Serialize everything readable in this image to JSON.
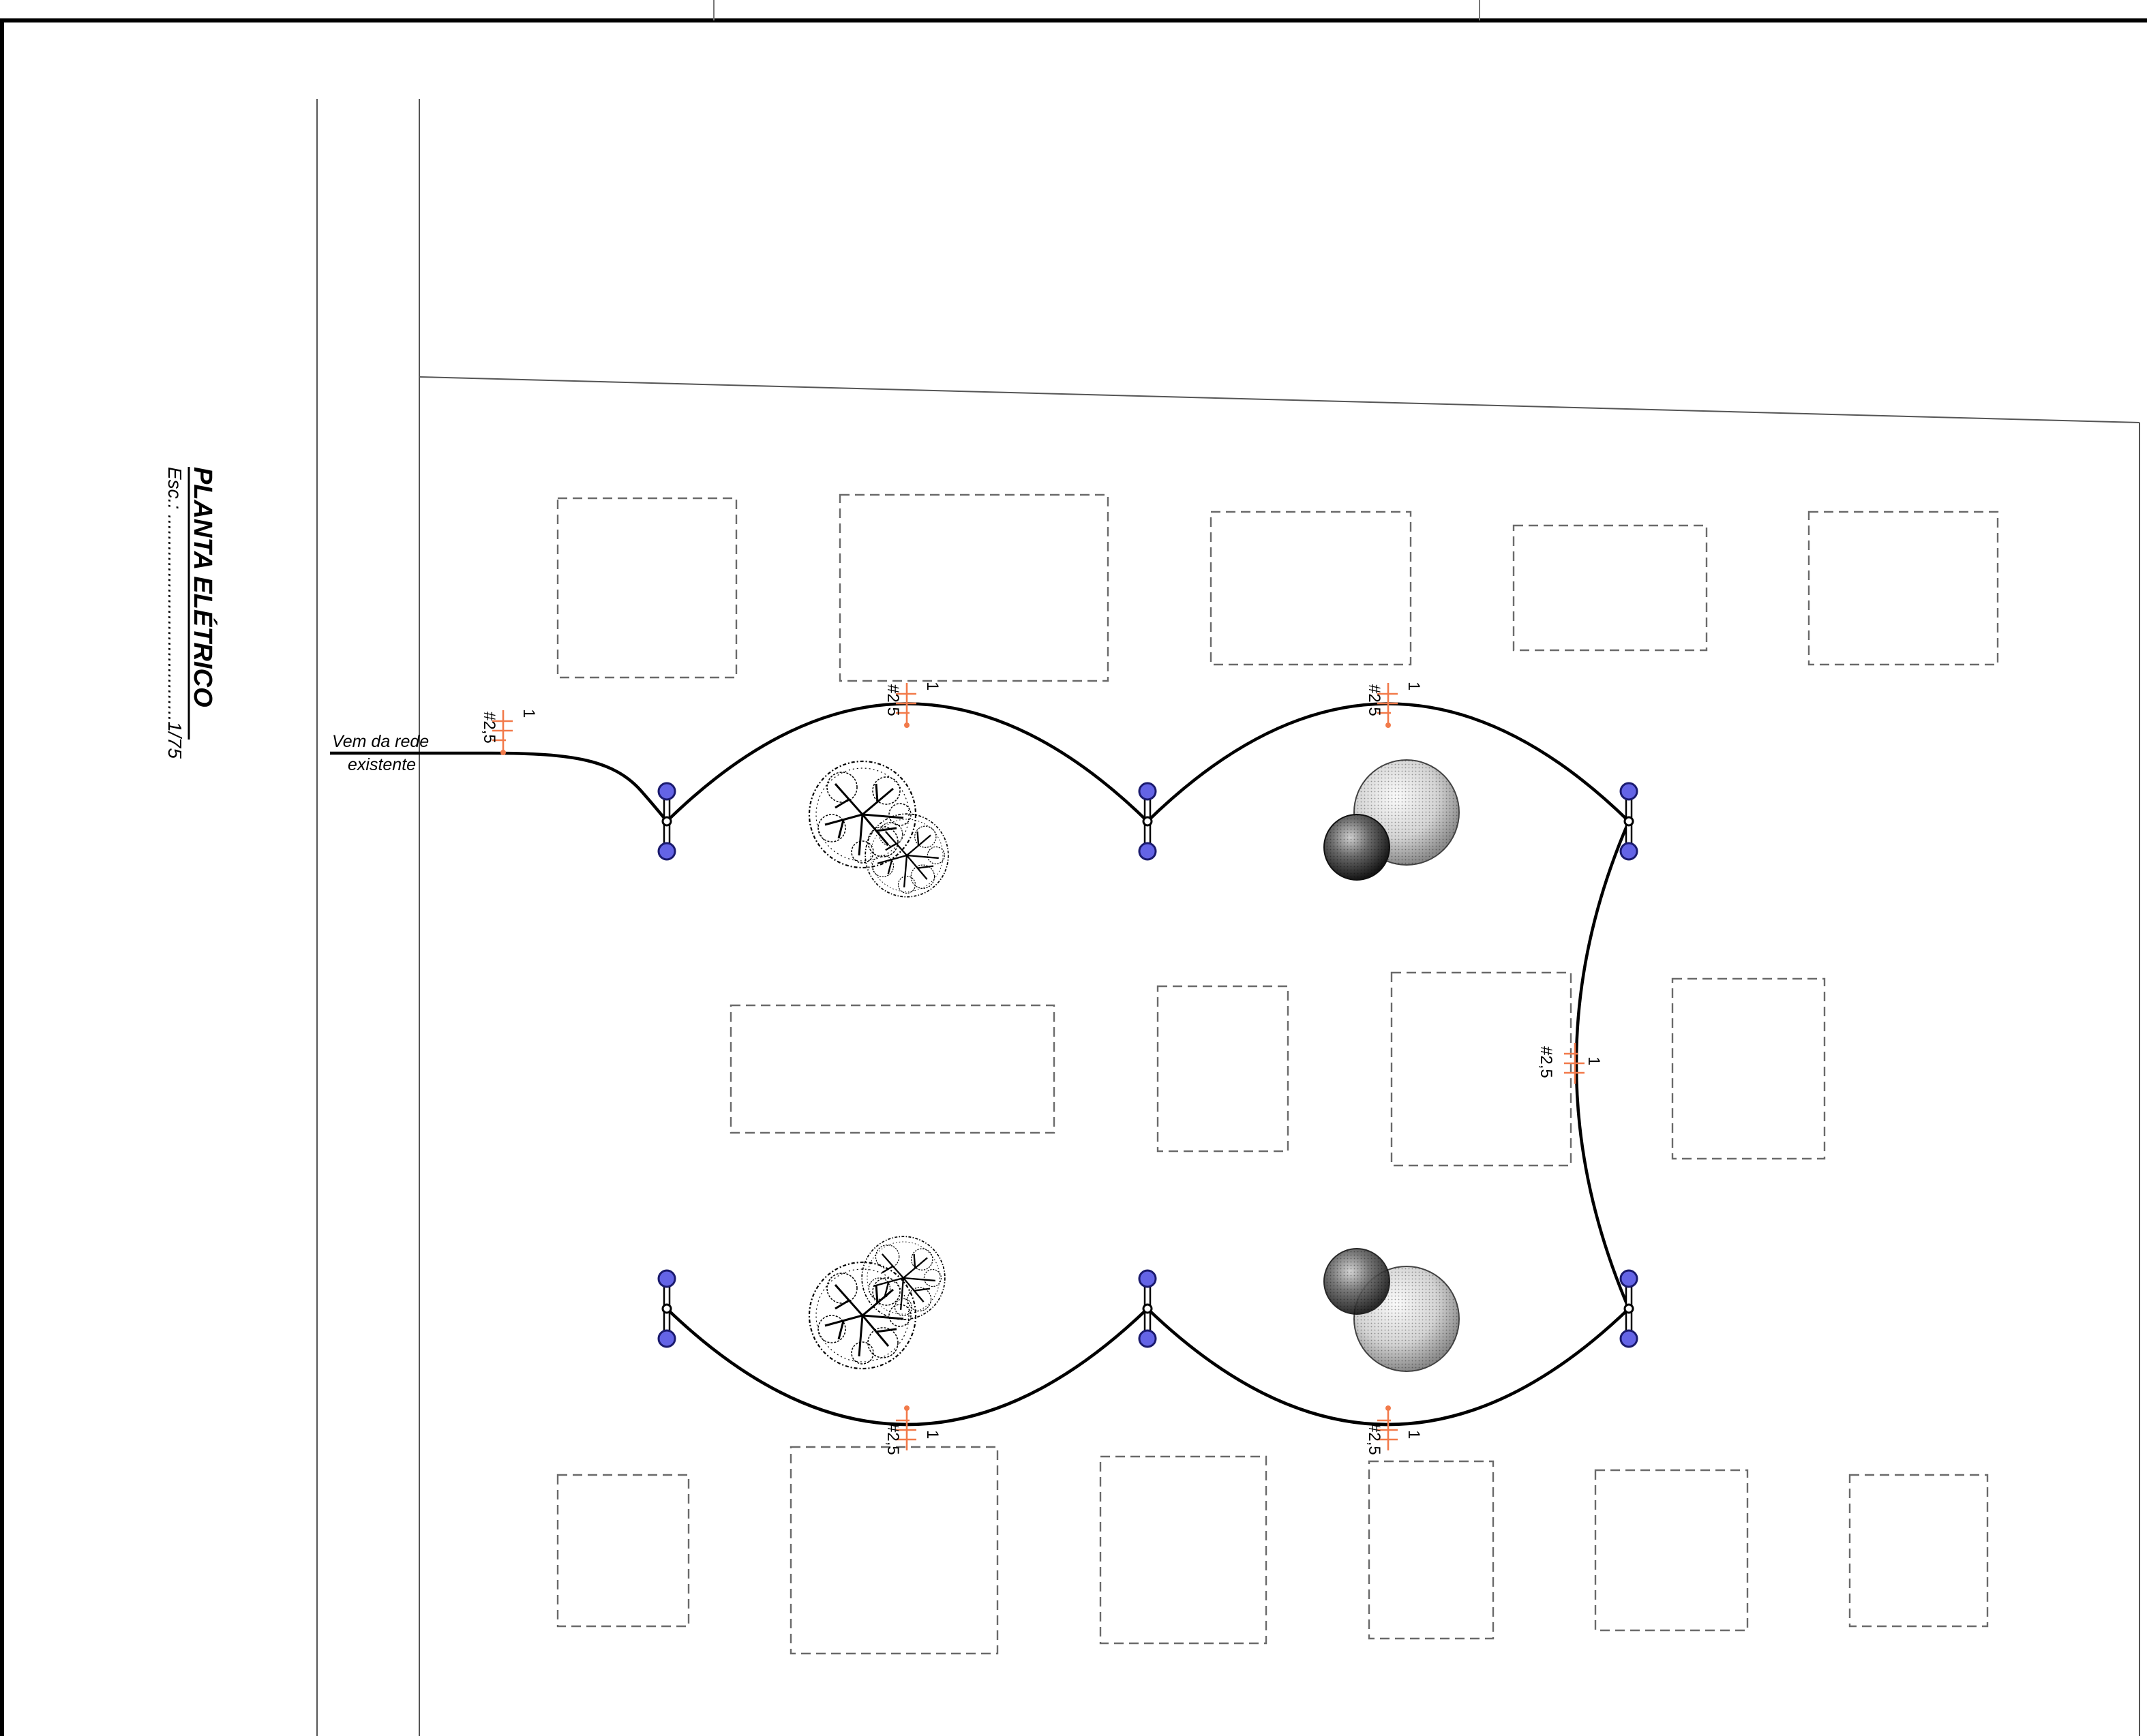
{
  "drawing": {
    "title": "PLANTA ELÉTRICO",
    "scale_prefix": "Esc.: ",
    "scale_dots": ".......................................",
    "scale_value": "1/75",
    "colors": {
      "cable": "#000000",
      "circuit_marker": "#f27a4a",
      "luminaire": "#6464e6",
      "outline": "#6a6a6a"
    }
  },
  "feed": {
    "line1": "Vem da rede",
    "line2": "existente"
  },
  "circuits": [
    {
      "id": "feed",
      "circuit": "1",
      "section": "#2,5"
    },
    {
      "id": "top-arc-1",
      "circuit": "1",
      "section": "#2,5"
    },
    {
      "id": "top-arc-2",
      "circuit": "1",
      "section": "#2,5"
    },
    {
      "id": "right-arc",
      "circuit": "1",
      "section": "#2,5"
    },
    {
      "id": "bottom-arc-1",
      "circuit": "1",
      "section": "#2,5"
    },
    {
      "id": "bottom-arc-2",
      "circuit": "1",
      "section": "#2,5"
    }
  ],
  "luminaires": {
    "count": 6,
    "heads_per_pole": 2,
    "icon": "double-luminaire-pole-icon"
  },
  "vegetation": [
    {
      "kind": "tree-icon"
    },
    {
      "kind": "tree-icon"
    },
    {
      "kind": "shrub-sphere-icon"
    },
    {
      "kind": "shrub-sphere-icon"
    }
  ]
}
